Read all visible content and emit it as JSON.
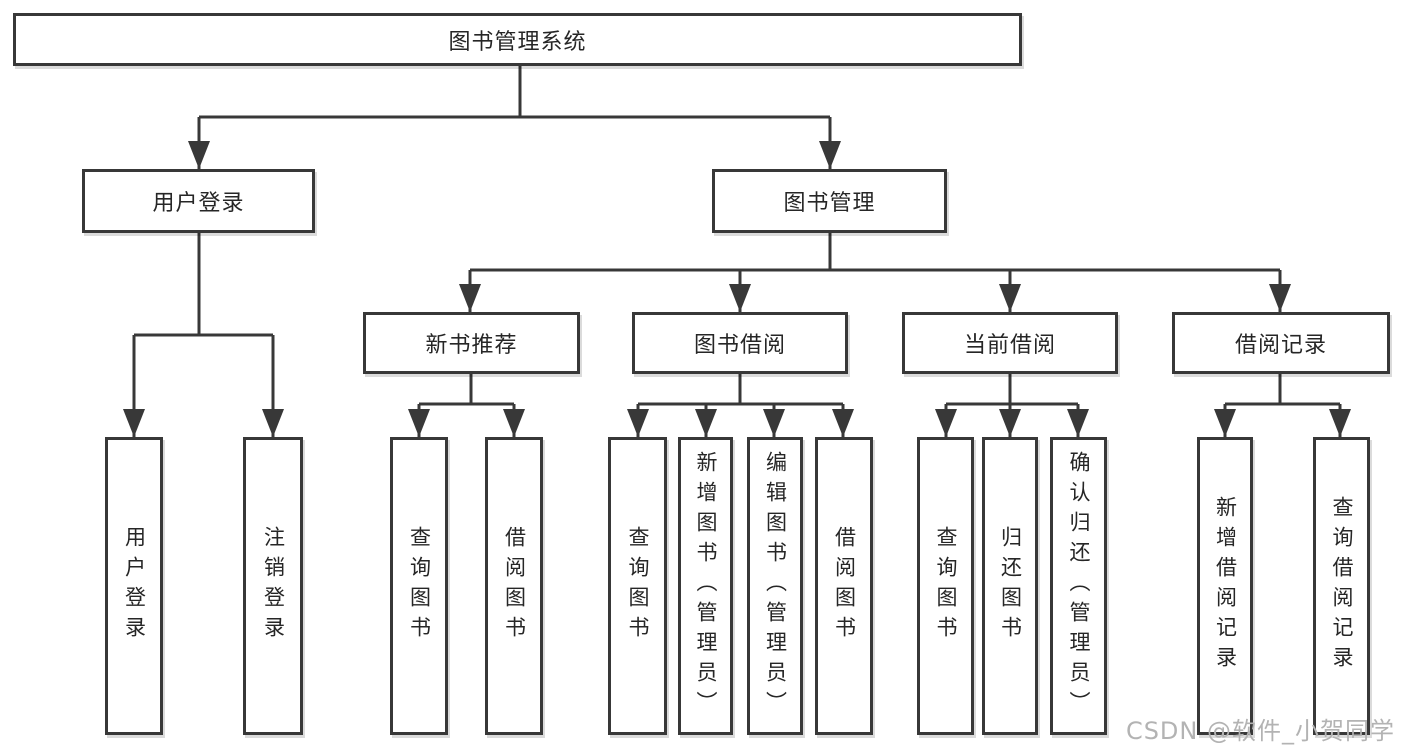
{
  "tree": {
    "root": {
      "label": "图书管理系统"
    },
    "branches": [
      {
        "label": "用户登录",
        "children": [
          {
            "label": "用户登录"
          },
          {
            "label": "注销登录"
          }
        ]
      },
      {
        "label": "图书管理",
        "groups": [
          {
            "label": "新书推荐",
            "children": [
              {
                "label": "查询图书"
              },
              {
                "label": "借阅图书"
              }
            ]
          },
          {
            "label": "图书借阅",
            "children": [
              {
                "label": "查询图书"
              },
              {
                "label": "新增图书（管理员）"
              },
              {
                "label": "编辑图书（管理员）"
              },
              {
                "label": "借阅图书"
              }
            ]
          },
          {
            "label": "当前借阅",
            "children": [
              {
                "label": "查询图书"
              },
              {
                "label": "归还图书"
              },
              {
                "label": "确认归还（管理员）"
              }
            ]
          },
          {
            "label": "借阅记录",
            "children": [
              {
                "label": "新增借阅记录"
              },
              {
                "label": "查询借阅记录"
              }
            ]
          }
        ]
      }
    ]
  },
  "watermark": {
    "text": "CSDN @软件_小贺同学"
  },
  "colors": {
    "line": "#383838",
    "text": "#262626",
    "box_fill": "#ffffff",
    "background": "#ffffff",
    "watermark": "#b3b3b3"
  }
}
